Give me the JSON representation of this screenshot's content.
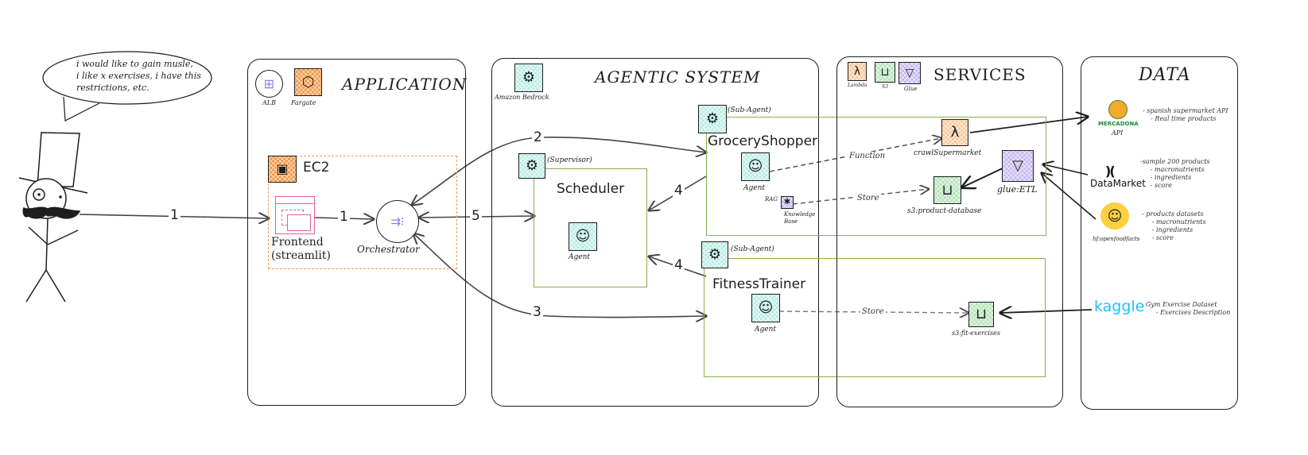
{
  "user": {
    "speech": [
      "i would like to gain musle,",
      "i like x exercises, i have this",
      "restrictions, etc."
    ]
  },
  "panels": {
    "application": {
      "title": "APPLICATION",
      "icons": [
        {
          "name": "alb-icon",
          "label": "ALB"
        },
        {
          "name": "fargate-icon",
          "label": "Fargate"
        }
      ],
      "ec2_label": "EC2",
      "frontend_label_1": "Frontend",
      "frontend_label_2": "(streamlit)",
      "orchestrator_label": "Orchestrator"
    },
    "agentic": {
      "title": "AGENTIC SYSTEM",
      "bedrock_label": "Amazon Bedrock",
      "supervisor_tag": "(Supervisor)",
      "scheduler_title": "Scheduler",
      "agent_label": "Agent",
      "grocery_tag": "(Sub-Agent)",
      "grocery_title": "GroceryShopper",
      "fitness_tag": "(Sub-Agent)",
      "fitness_title": "FitnessTrainer",
      "rag_label": "RAG",
      "kb_label_1": "Knowledge",
      "kb_label_2": "Base"
    },
    "services": {
      "title": "SERVICES",
      "legend": [
        {
          "name": "lambda-icon",
          "label": "Lambda"
        },
        {
          "name": "s3-icon",
          "label": "S3"
        },
        {
          "name": "glue-icon",
          "label": "Glue"
        }
      ],
      "crawl_label": "crawlSupermarket",
      "product_db_label": "s3:product-database",
      "glue_label": "glue:ETL",
      "fit_label": "s3:fit-exercises"
    },
    "data": {
      "title": "DATA",
      "sources": [
        {
          "brand": "MERCADONA",
          "label": "API",
          "desc": "- spanish supermarket API\n    - Real time products"
        },
        {
          "brand": "DataMarket",
          "label": "",
          "desc": "-sample 200 products\n     - macronutrients\n     - ingredients\n     - score"
        },
        {
          "brand": "hf:openfoodfacts",
          "label": "",
          "desc": "- products datasets\n     - macronutrients\n     - ingredients\n     - score"
        },
        {
          "brand": "kaggle",
          "label": "",
          "desc": "Gym Exercise Dataset\n     - Exercises Description"
        }
      ]
    }
  },
  "edges": {
    "step1a": "1",
    "step1b": "1",
    "step2": "2",
    "step3": "3",
    "step4a": "4",
    "step4b": "4",
    "step5": "5",
    "function": "Function",
    "store1": "Store",
    "store2": "Store"
  },
  "colors": {
    "ink": "#1e1e1e",
    "green_box": "#8cad4d",
    "ec2_dash": "#f39a4b",
    "frontend_pink": "#e0609b",
    "arrow_gray": "#555555"
  }
}
